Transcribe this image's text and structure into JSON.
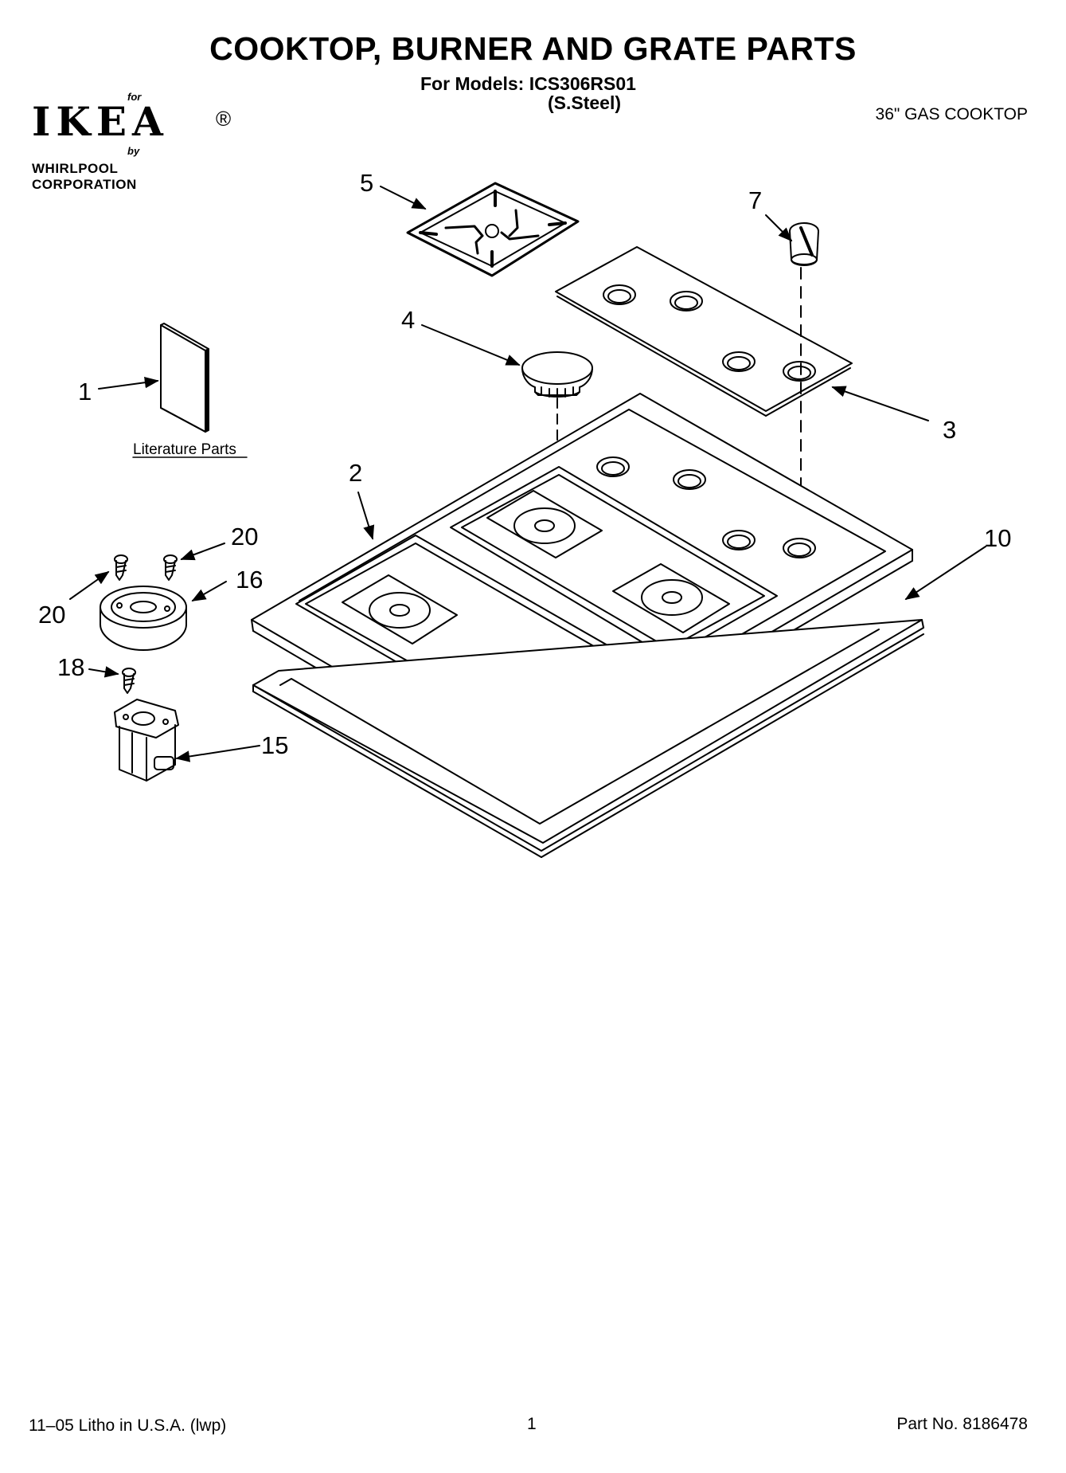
{
  "header": {
    "title": "COOKTOP, BURNER AND GRATE PARTS",
    "models_line": "For Models: ICS306RS01",
    "variant": "(S.Steel)",
    "product": "36\" GAS COOKTOP"
  },
  "logo": {
    "for": "for",
    "brand": "IKEA",
    "registered": "®",
    "by": "by",
    "corporation": "WHIRLPOOL  CORPORATION"
  },
  "diagram": {
    "literature_label": "Literature Parts",
    "callouts": {
      "c1": "1",
      "c2": "2",
      "c3": "3",
      "c4": "4",
      "c5": "5",
      "c7": "7",
      "c10": "10",
      "c15": "15",
      "c16": "16",
      "c18": "18",
      "c20a": "20",
      "c20b": "20"
    }
  },
  "footer": {
    "litho": "11–05 Litho in U.S.A. (lwp)",
    "page": "1",
    "part_number": "Part No. 8186478"
  }
}
